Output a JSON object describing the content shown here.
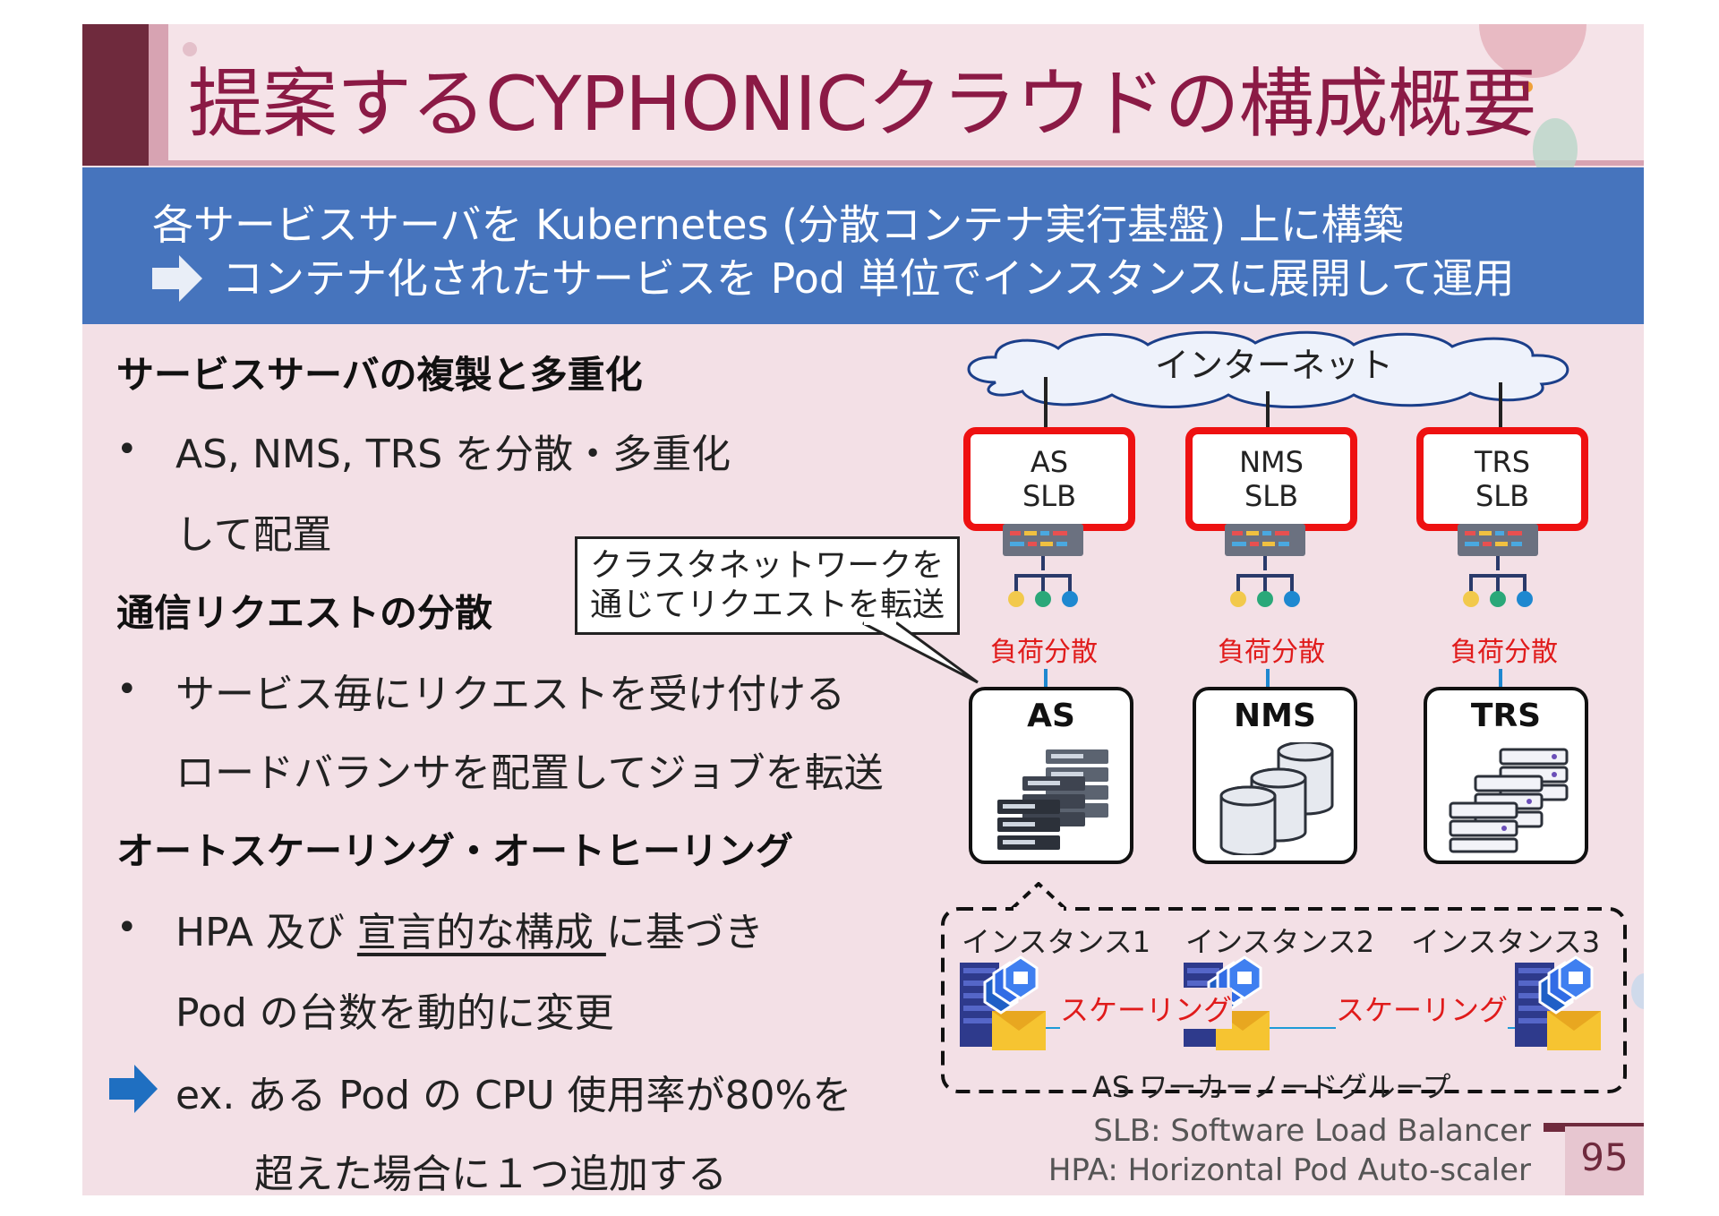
{
  "title": "提案するCYPHONICクラウドの構成概要",
  "summary": {
    "line1": "各サービスサーバを Kubernetes (分散コンテナ実行基盤) 上に構築",
    "line2": "コンテナ化されたサービスを Pod 単位でインスタンスに展開して運用"
  },
  "sections": {
    "s1_heading": "サービスサーバの複製と多重化",
    "s1_bullet_line1": "AS, NMS, TRS を分散・多重化",
    "s1_bullet_line2": "して配置",
    "s2_heading": "通信リクエストの分散",
    "s2_bullet_line1": "サービス毎にリクエストを受け付ける",
    "s2_bullet_line2": "ロードバランサを配置してジョブを転送",
    "s3_heading": "オートスケーリング・オートヒーリング",
    "s3_bullet_line1_a": "HPA 及び ",
    "s3_bullet_line1_b": "宣言的な構成 ",
    "s3_bullet_line1_c": "に基づき",
    "s3_bullet_line2": "Pod の台数を動的に変更",
    "s3_example_line1": "ex. ある Pod の CPU 使用率が80%を",
    "s3_example_line2": "超えた場合に１つ追加する",
    "bullet_char": "•"
  },
  "diagram": {
    "internet": "インターネット",
    "callout_line1": "クラスタネットワークを",
    "callout_line2": "通じてリクエストを転送",
    "slbs": [
      {
        "line1": "AS",
        "line2": "SLB"
      },
      {
        "line1": "NMS",
        "line2": "SLB"
      },
      {
        "line1": "TRS",
        "line2": "SLB"
      }
    ],
    "lb_label": "負荷分散",
    "services": [
      "AS",
      "NMS",
      "TRS"
    ],
    "instances": [
      "インスタンス1",
      "インスタンス2",
      "インスタンス3"
    ],
    "scaling_label": "スケーリング",
    "group_label": "AS ワーカーノードグループ"
  },
  "footnotes": {
    "slb": "SLB: Software Load Balancer",
    "hpa": "HPA: Horizontal Pod Auto-scaler"
  },
  "page_number": "95",
  "colors": {
    "title": "#8b1a45",
    "band": "#4674bd",
    "slb_border": "#ee1111",
    "lb_text": "#e01b1b",
    "arrow": "#1f6fc1"
  }
}
